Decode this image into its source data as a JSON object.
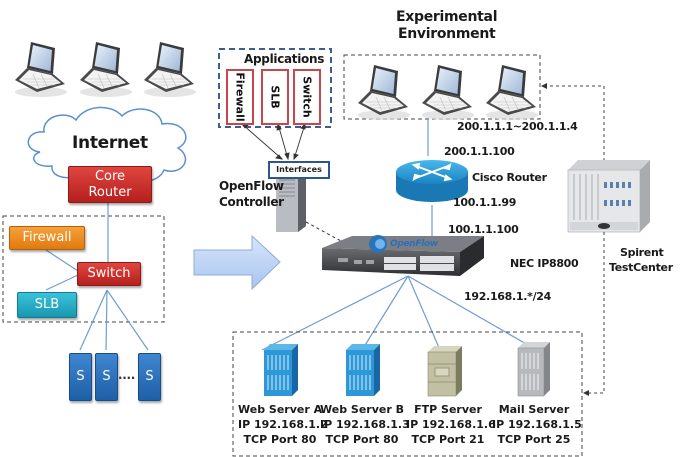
{
  "legacy": {
    "internet_label": "Internet",
    "core_router_label": "Core Router",
    "firewall_label": "Firewall",
    "switch_label": "Switch",
    "slb_label": "SLB",
    "servers": [
      "S",
      "S",
      "S"
    ],
    "ellipsis": "...."
  },
  "controller": {
    "applications_title": "Applications",
    "apps": [
      "Firewall",
      "SLB",
      "Switch"
    ],
    "interfaces_label": "Interfaces",
    "name": "OpenFlow Controller"
  },
  "experimental": {
    "title_line1": "Experimental",
    "title_line2": "Environment",
    "client_range": "200.1.1.1~200.1.1.4",
    "router_ip_top": "200.1.1.100",
    "router_name": "Cisco Router",
    "router_ip_bottom": "100.1.1.99",
    "switch_ip": "100.1.1.100",
    "switch_logo": "OpenFlow",
    "switch_name": "NEC IP8800",
    "subnet": "192.168.1.*/24",
    "tester_line1": "Spirent",
    "tester_line2": "TestCenter"
  },
  "servers": [
    {
      "name": "Web Server A",
      "ip": "IP 192.168.1.2",
      "port": "TCP Port 80"
    },
    {
      "name": "Web Server B",
      "ip": "IP 192.168.1.3",
      "port": "TCP Port 80"
    },
    {
      "name": "FTP Server",
      "ip": "IP 192.168.1.6",
      "port": "TCP Port 21"
    },
    {
      "name": "Mail Server",
      "ip": "IP 192.168.1.5",
      "port": "TCP Port 25"
    }
  ],
  "colors": {
    "link_blue": "#6f9bd6",
    "controller_dash": "#3a5f95",
    "router_red": "#c8302c",
    "firewall_orange": "#ef8a22",
    "slb_cyan": "#26abc4",
    "server_blue": "#2d73bf",
    "arrow_fill": "#bcd3f5"
  }
}
